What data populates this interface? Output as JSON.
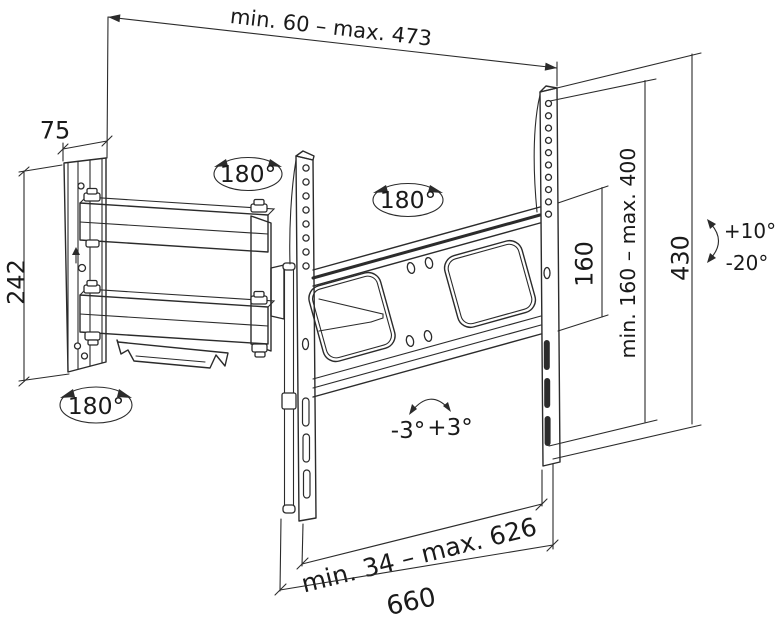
{
  "title": "TV wall mount dimensional drawing",
  "dimensions": {
    "top_span": "min. 60 – max. 473",
    "plate_width": "75",
    "plate_height": "242",
    "vesa_height": "160",
    "vesa_range": "min. 160 – max. 400",
    "bracket_height": "430",
    "rail_span": "min. 34 – max. 626",
    "crossbar_width": "660"
  },
  "angles": {
    "swivel_top": "180°",
    "swivel_center": "180°",
    "swivel_bottom": "180°",
    "tilt_up": "+10°",
    "tilt_down": "-20°",
    "level_minus": "-3°",
    "level_plus": "+3°"
  },
  "colors": {
    "line": "#2b2b2b",
    "text": "#1a1a1a",
    "background": "#ffffff"
  }
}
